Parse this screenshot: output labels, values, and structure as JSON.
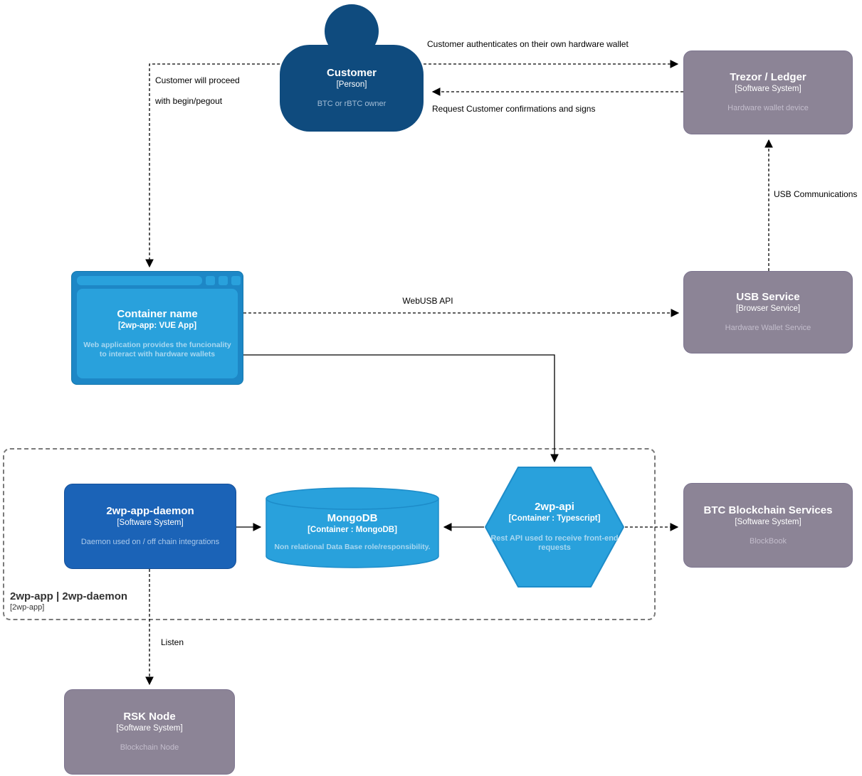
{
  "colors": {
    "person_fill": "#0f4b7e",
    "container_fill": "#29a1dc",
    "container_frame": "#1d87c6",
    "container_stroke": "#1d8cc9",
    "daemon_fill": "#1b63b7",
    "external_fill": "#8c8496",
    "line_color": "#000000"
  },
  "nodes": {
    "customer": {
      "title": "Customer",
      "subtitle": "[Person]",
      "description": "BTC or rBTC owner"
    },
    "trezor": {
      "title": "Trezor / Ledger",
      "subtitle": "[Software System]",
      "description": "Hardware wallet device"
    },
    "webapp": {
      "title": "Container name",
      "subtitle": "[2wp-app: VUE App]",
      "description": "Web application provides the funcionality to interact with hardware wallets"
    },
    "usb_service": {
      "title": "USB Service",
      "subtitle": "[Browser Service]",
      "description": "Hardware Wallet Service"
    },
    "daemon": {
      "title": "2wp-app-daemon",
      "subtitle": "[Software System]",
      "description": "Daemon used on / off chain integrations"
    },
    "mongodb": {
      "title": "MongoDB",
      "subtitle": "[Container : MongoDB]",
      "description": "Non relational Data Base role/responsibility."
    },
    "api": {
      "title": "2wp-api",
      "subtitle": "[Container : Typescript]",
      "description": "Rest API used to receive front-end requests"
    },
    "btc": {
      "title": "BTC Blockchain Services",
      "subtitle": "[Software System]",
      "description": "BlockBook"
    },
    "rsk": {
      "title": "RSK Node",
      "subtitle": "[Software System]",
      "description": "Blockchain Node"
    }
  },
  "boundary": {
    "title": "2wp-app | 2wp-daemon",
    "subtitle": "[2wp-app]"
  },
  "edges": {
    "auth": "Customer authenticates on their own hardware wallet",
    "confirm": "Request Customer confirmations and signs",
    "proceed_line1": "Customer will proceed",
    "proceed_line2": "with begin/pegout",
    "webusb": "WebUSB API",
    "usb_comm": "USB Communications",
    "listen": "Listen"
  }
}
